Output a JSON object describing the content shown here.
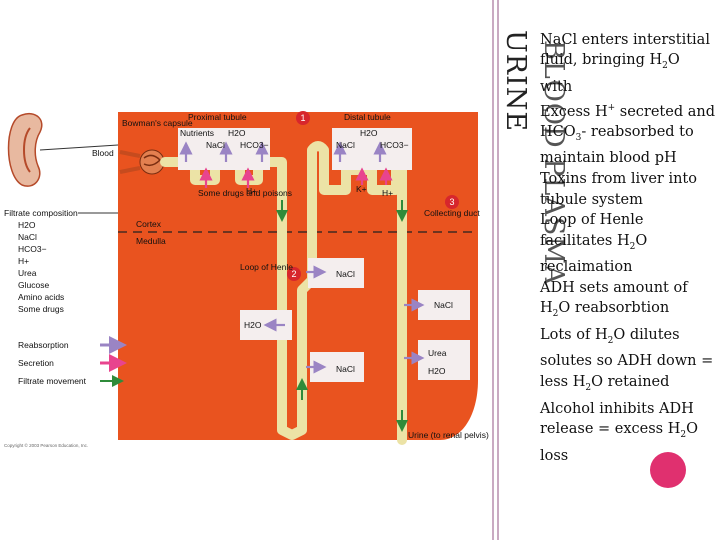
{
  "slide": {
    "title_urine": "URINE",
    "title_blood": "BLOOD PLASMA",
    "bullets": [
      [
        "Na",
        "Cl enters interstitial fluid, bringing H",
        "2",
        "O with"
      ],
      [
        "Excess H",
        "+",
        " secreted and HCO",
        "3",
        "- reabsorbed to maintain blood pH"
      ],
      [
        "Toxins from liver into tubule system"
      ],
      [
        "Loop of Henle facilitates H",
        "2",
        "O reclaimation"
      ],
      [
        "ADH sets amount of H",
        "2",
        "O reabsorbtion"
      ],
      [
        "Lots of H",
        "2",
        "O dilutes solutes so ADH down = less H",
        "2",
        "O retained"
      ],
      [
        "Alcohol inhibits ADH release = excess H",
        "2",
        "O loss"
      ]
    ]
  },
  "diagram": {
    "labels": {
      "proximal_tubule": "Proximal tubule",
      "distal_tubule": "Distal tubule",
      "bowmans_capsule": "Bowman's capsule",
      "blood": "Blood",
      "nutrients": "Nutrients",
      "h2o": "H2O",
      "nacl": "NaCl",
      "hco3": "HCO3−",
      "h_plus": "H+",
      "k_plus": "K+",
      "some_drugs_and_poisons": "Some drugs and poisons",
      "cortex": "Cortex",
      "medulla": "Medulla",
      "loop_of_henle": "Loop of Henle",
      "collecting_duct": "Collecting duct",
      "urea": "Urea",
      "urine": "Urine (to renal pelvis)",
      "copyright": "Copyright © 2003 Pearson Education, Inc."
    },
    "step_numbers": [
      "1",
      "2",
      "3"
    ],
    "filtrate_title": "Filtrate composition",
    "filtrate_items": [
      "H2O",
      "NaCl",
      "HCO3−",
      "H+",
      "Urea",
      "Glucose",
      "Amino acids",
      "Some drugs"
    ],
    "legend": [
      {
        "label": "Reabsorption",
        "color": "#9a84c4"
      },
      {
        "label": "Secretion",
        "color": "#e8448e"
      },
      {
        "label": "Filtrate movement",
        "color": "#2f8b3a"
      }
    ],
    "colors": {
      "tissue": "#e9531f",
      "tubule": "#ece3a6",
      "box": "#f4eeee",
      "reabsorption": "#9a84c4",
      "secretion": "#e8448e",
      "flow": "#2f8b3a",
      "step_circle": "#d7262c"
    }
  }
}
